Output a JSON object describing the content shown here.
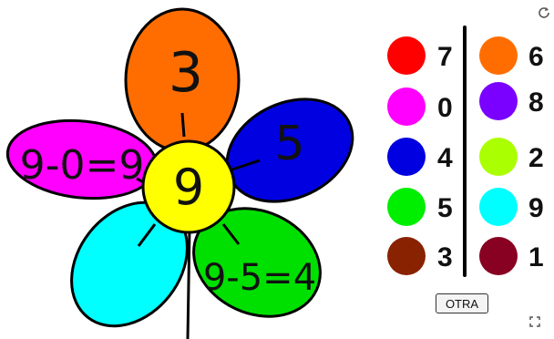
{
  "flower": {
    "center_number": "9",
    "petals": [
      {
        "id": "top",
        "color": "#ff6d00",
        "text": "3"
      },
      {
        "id": "right",
        "color": "#0000e0",
        "text": "5"
      },
      {
        "id": "left",
        "color": "#ff00ff",
        "text": "9-0=9"
      },
      {
        "id": "bottom-left",
        "color": "#00ffff",
        "text": ""
      },
      {
        "id": "bottom-right",
        "color": "#00e000",
        "text": "9-5=4"
      }
    ],
    "center_color": "#ffff00"
  },
  "legend": {
    "left": [
      {
        "color": "#ff0000",
        "value": "7"
      },
      {
        "color": "#ff00ff",
        "value": "0"
      },
      {
        "color": "#0000e0",
        "value": "4"
      },
      {
        "color": "#00ee00",
        "value": "5"
      },
      {
        "color": "#882200",
        "value": "3"
      }
    ],
    "right": [
      {
        "color": "#ff6d00",
        "value": "6"
      },
      {
        "color": "#7a00ff",
        "value": "8"
      },
      {
        "color": "#aaff00",
        "value": "2"
      },
      {
        "color": "#00ffff",
        "value": "9"
      },
      {
        "color": "#880022",
        "value": "1"
      }
    ]
  },
  "controls": {
    "otra_label": "OTRA",
    "refresh_icon": "refresh-icon",
    "fullscreen_icon": "fullscreen-icon"
  }
}
